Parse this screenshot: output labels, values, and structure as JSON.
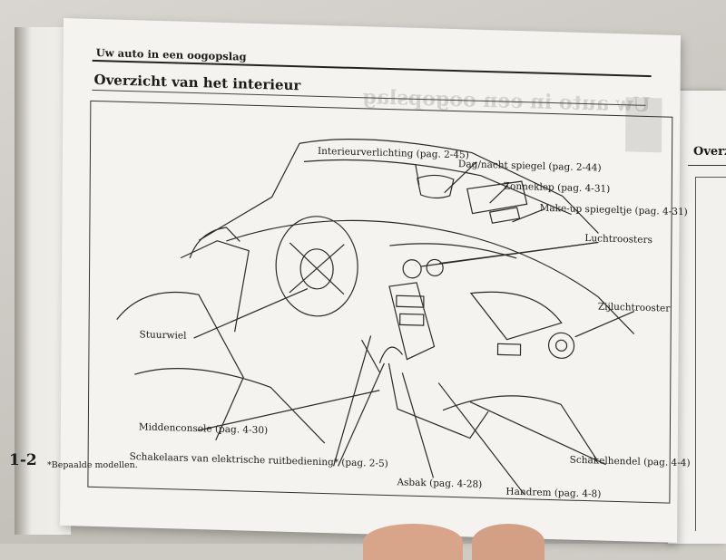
{
  "header": {
    "running_title": "Uw auto in een oogopslag",
    "section_title": "Overzicht van het interieur",
    "ghost_text": "Uw auto in een oogopslag"
  },
  "right_page": {
    "title_fragment": "Overz"
  },
  "labels": {
    "interieurverlichting": "Interieurverlichting (pag. 2-45)",
    "dag_nacht_spiegel": "Dag/nacht spiegel (pag. 2-44)",
    "zonneklep": "Zonneklep (pag. 4-31)",
    "make_up_spiegeltje": "Make-up spiegeltje (pag. 4-31)",
    "luchtroosters": "Luchtroosters",
    "zijluchtrooster": "Zijluchtrooster",
    "stuurwiel": "Stuurwiel",
    "middenconsole": "Middenconsole (pag. 4-30)",
    "schakelaars": "Schakelaars van elektrische ruitbediening* (pag. 2-5)",
    "asbak": "Asbak (pag. 4-28)",
    "handrem": "Handrem (pag. 4-8)",
    "schakelhendel": "Schakelhendel (pag. 4-4)"
  },
  "footer": {
    "page_number": "1-2",
    "footnote": "*Bepaalde modellen."
  }
}
